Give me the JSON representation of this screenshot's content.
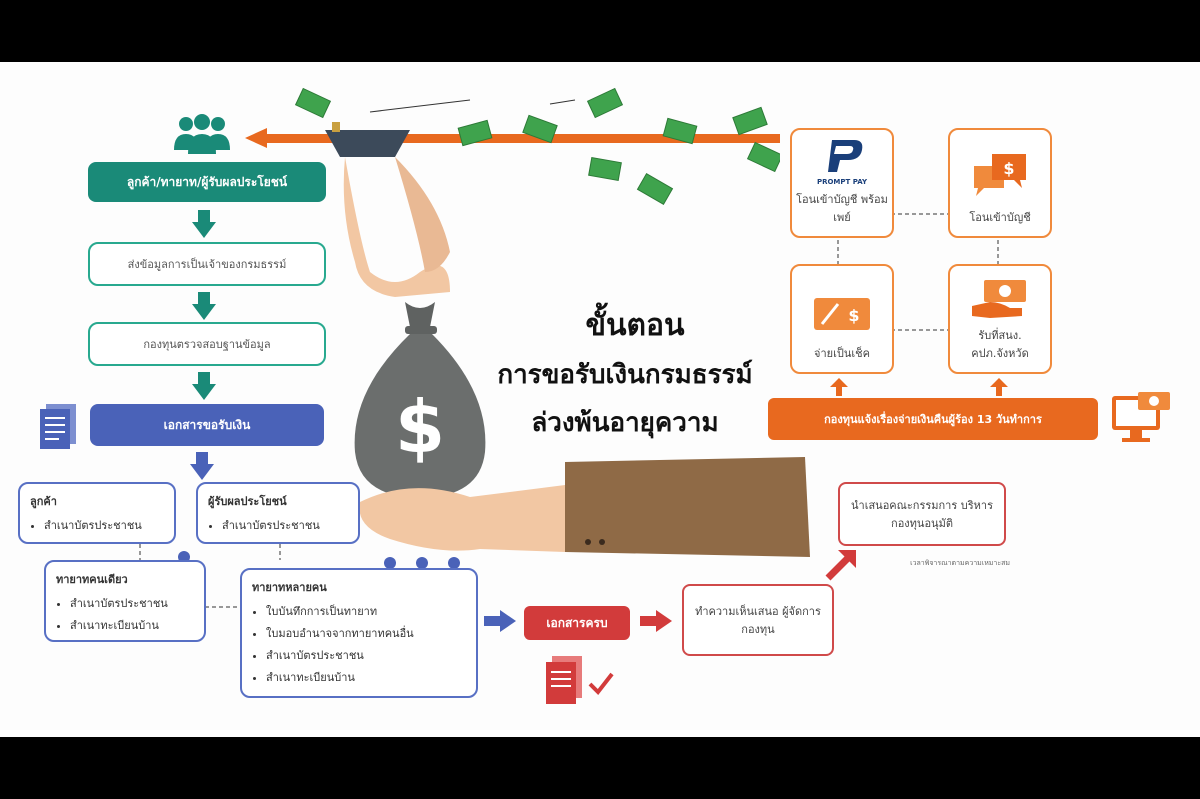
{
  "title": {
    "line1": "ขั้นตอน",
    "line2": "การขอรับเงินกรมธรรม์",
    "line3": "ล่วงพ้นอายุความ"
  },
  "left_flow": {
    "step1": "ลูกค้า/ทายาท/ผู้รับผลประโยชน์",
    "step2": "ส่งข้อมูลการเป็นเจ้าของกรมธรรม์",
    "step3": "กองทุนตรวจสอบฐานข้อมูล",
    "step4": "เอกสารขอรับเงิน"
  },
  "customer_box": {
    "heading": "ลูกค้า",
    "items": [
      "สำเนาบัตรประชาชน"
    ]
  },
  "beneficiary_box": {
    "heading": "ผู้รับผลประโยชน์",
    "items": [
      "สำเนาบัตรประชาชน"
    ]
  },
  "single_heir_box": {
    "heading": "ทายาทคนเดียว",
    "items": [
      "สำเนาบัตรประชาชน",
      "สำเนาทะเบียนบ้าน"
    ]
  },
  "multi_heir_box": {
    "heading": "ทายาทหลายคน",
    "items": [
      "ใบบันทึกการเป็นทายาท",
      "ใบมอบอำนาจจากทายาทคนอื่น",
      "สำเนาบัตรประชาชน",
      "สำเนาทะเบียนบ้าน"
    ]
  },
  "bottom_flow": {
    "complete_docs": "เอกสารครบ",
    "propose": "ทำความเห็นเสนอ ผู้จัดการกองทุน",
    "committee": "นำเสนอคณะกรรมการ บริหารกองทุนอนุมัติ",
    "note": "เวลาพิจารณาตามความเหมาะสม"
  },
  "right_flow": {
    "promptpay_logo": "PROMPT PAY",
    "promptpay": "โอนเข้าบัญชี พร้อมเพย์",
    "bank_transfer": "โอนเข้าบัญชี",
    "cheque": "จ่ายเป็นเช็ค",
    "cash": "รับที่สนง. คปภ.จังหวัด",
    "notify": "กองทุนแจ้งเรื่องจ่ายเงินคืนผู้ร้อง 13 วันทำการ"
  },
  "icons": {
    "people": "people-group-icon",
    "document": "document-icon",
    "money_bag": "money-bag-icon",
    "check_doc": "document-check-icon",
    "monitor": "monitor-money-icon"
  },
  "colors": {
    "green": "#1a8a78",
    "blue": "#4a62b8",
    "orange": "#f08a3c",
    "red": "#d04a4a"
  }
}
